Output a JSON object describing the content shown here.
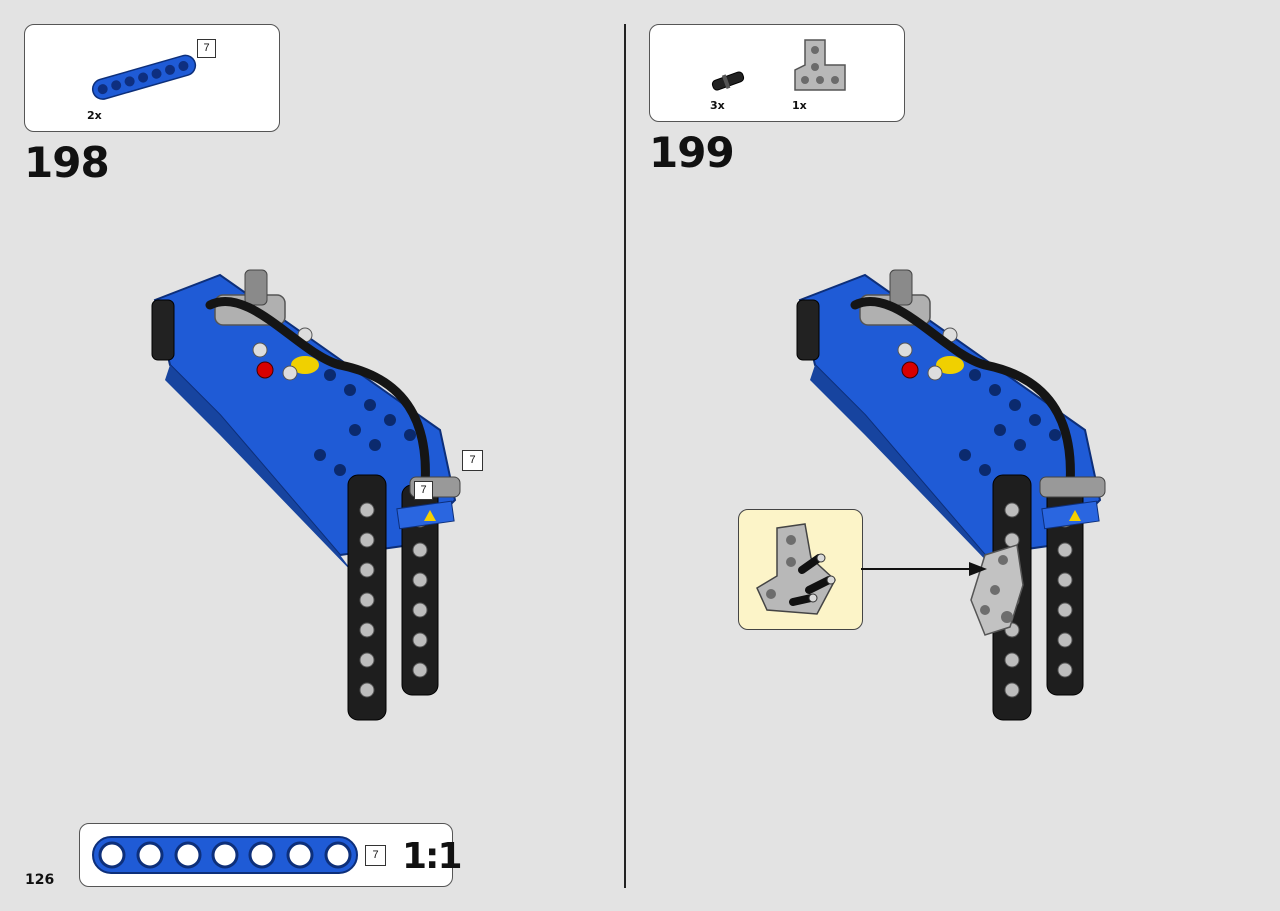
{
  "page": {
    "number": "126"
  },
  "steps": [
    {
      "number": "198",
      "parts": [
        {
          "qty": "2x",
          "name": "beam-7-blue",
          "length": "7"
        }
      ],
      "length_tags": [
        "7",
        "7"
      ]
    },
    {
      "number": "199",
      "parts": [
        {
          "qty": "3x",
          "name": "pin-black"
        },
        {
          "qty": "1x",
          "name": "t-beam-gray"
        }
      ]
    }
  ],
  "scale_ruler": {
    "length": "7",
    "scale": "1:1",
    "holes": 7
  },
  "colors": {
    "blue": "#1f5bd6",
    "black": "#222222",
    "gray": "#a8a8a8",
    "callout": "#fcf4c8"
  }
}
